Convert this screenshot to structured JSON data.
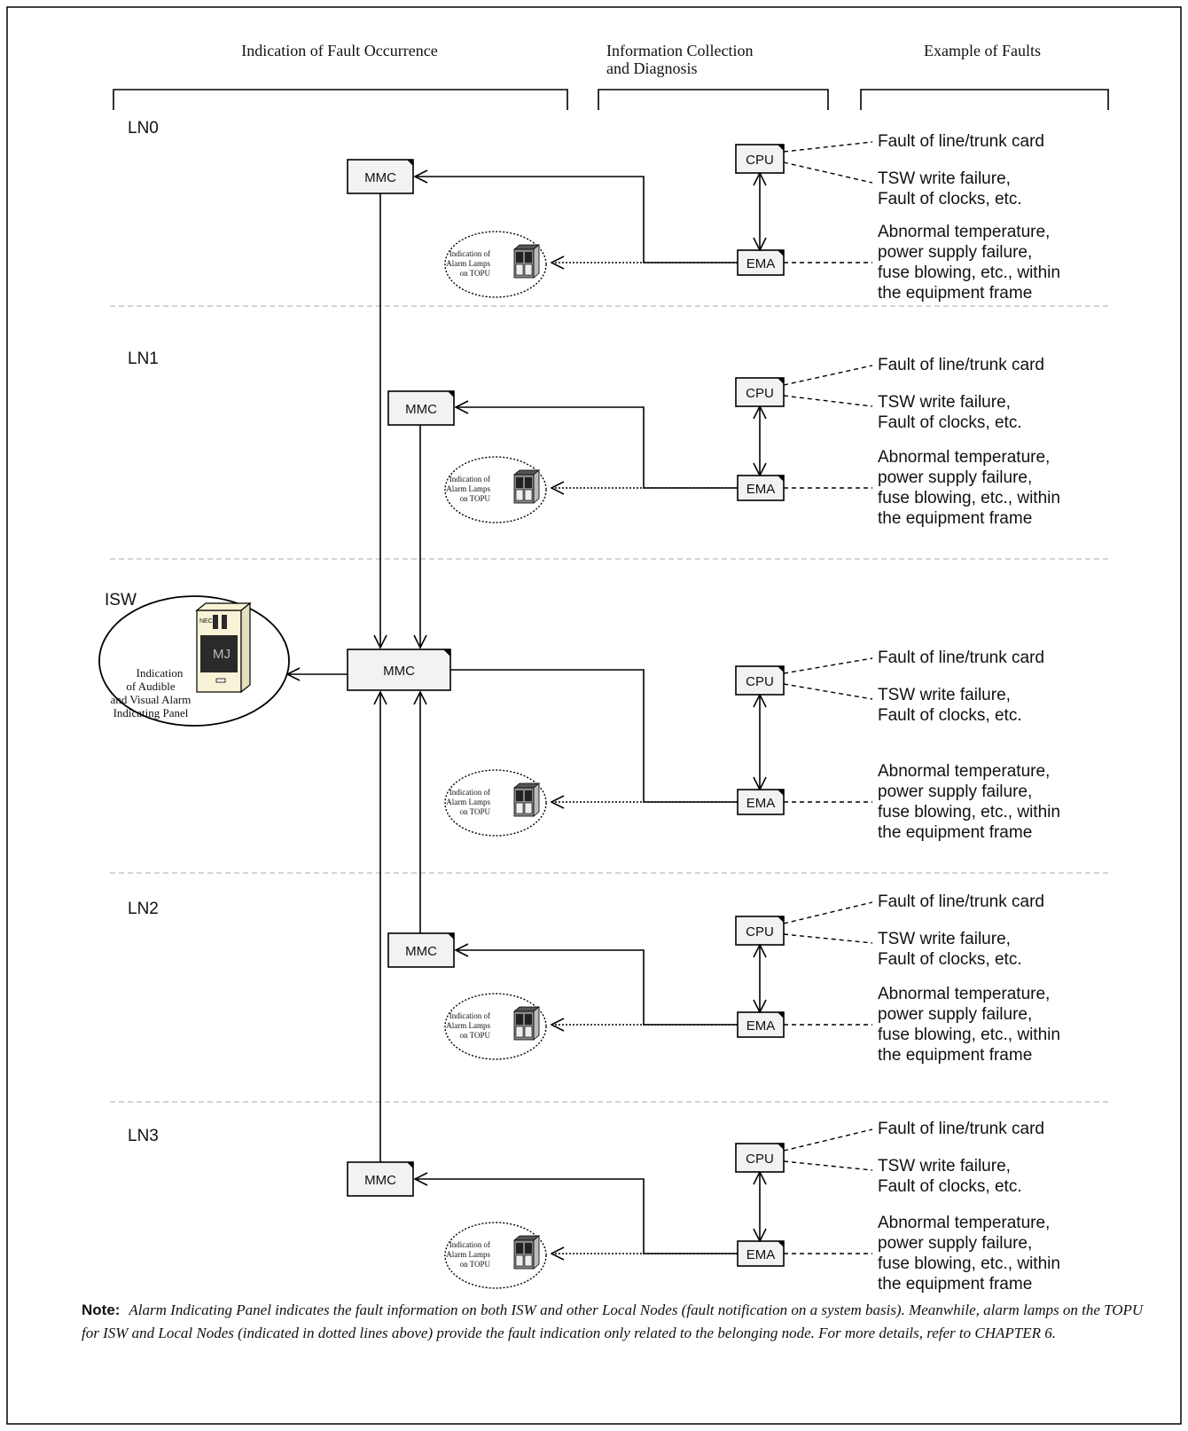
{
  "headers": {
    "indication": "Indication of Fault Occurrence",
    "collection_line1": "Information Collection",
    "collection_line2": "and Diagnosis",
    "examples": "Example of Faults"
  },
  "node_labels": [
    "LN0",
    "LN1",
    "ISW",
    "LN2",
    "LN3"
  ],
  "box_labels": {
    "mmc": "MMC",
    "cpu": "CPU",
    "ema": "EMA"
  },
  "topu_indication": [
    "Indication of",
    "Alarm Lamps",
    "on TOPU"
  ],
  "panel": {
    "brand": "NEC",
    "letters": "MJ",
    "caption": [
      "Indication",
      "of Audible",
      "and Visual Alarm",
      "Indicating Panel"
    ]
  },
  "faults": {
    "line_trunk": "Fault of line/trunk card",
    "tsw": [
      "TSW write failure,",
      "Fault of clocks, etc."
    ],
    "abnormal": [
      "Abnormal temperature,",
      "power supply failure,",
      "fuse blowing, etc., within",
      "the equipment frame"
    ]
  },
  "note": {
    "title": "Note:",
    "text": "Alarm Indicating Panel indicates the fault information on both ISW and other Local Nodes (fault notification on  a system basis). Meanwhile, alarm lamps on the TOPU for ISW and Local Nodes (indicated in dotted lines above) provide the fault indication only related to the belonging node. For more details, refer to CHAPTER 6."
  },
  "colors": {
    "box_fill": "#f2f2f2",
    "panel_fill": "#f8f3d6",
    "panel_dark": "#2a2a2a"
  }
}
